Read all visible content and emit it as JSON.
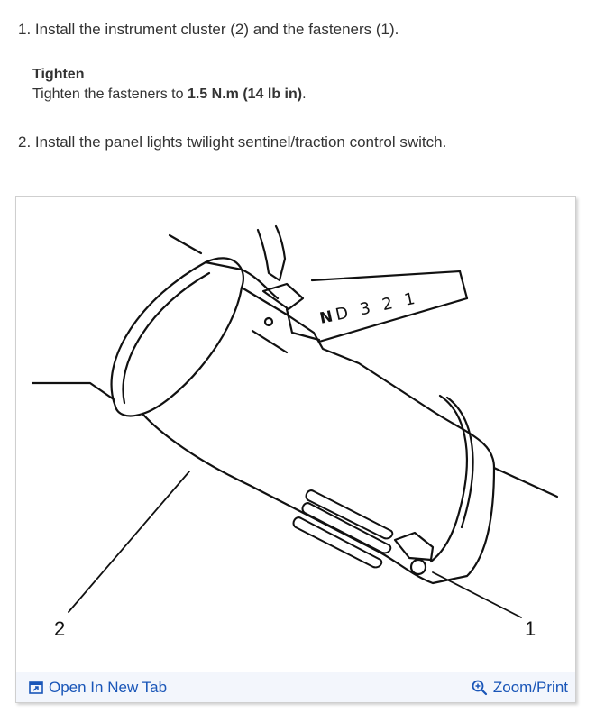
{
  "steps": [
    {
      "text": "1. Install the instrument cluster (2) and the fasteners (1)."
    },
    {
      "text": "2. Install the panel lights twilight sentinel/traction control switch."
    }
  ],
  "tighten": {
    "title": "Tighten",
    "prefix": "Tighten the fasteners to ",
    "value": "1.5 N.m (14 lb in)",
    "suffix": "."
  },
  "figure": {
    "callout_left": "2",
    "callout_right": "1",
    "shift_indicator": "D 3 2 1",
    "shift_n": "N"
  },
  "toolbar": {
    "open_tab_label": "Open In New Tab",
    "zoom_label": "Zoom/Print",
    "accent_color": "#1a56b8",
    "icons": [
      "open-new-tab-icon",
      "zoom-in-icon"
    ]
  }
}
